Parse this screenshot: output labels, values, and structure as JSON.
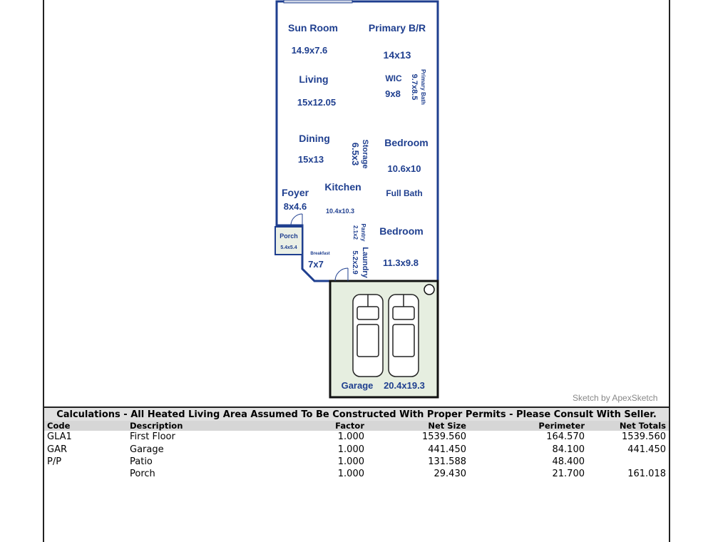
{
  "credit": "Sketch by ApexSketch",
  "rooms": {
    "sun_room": {
      "name": "Sun Room",
      "size": "14.9x7.6"
    },
    "primary_br": {
      "name": "Primary B/R",
      "size": "14x13"
    },
    "living": {
      "name": "Living",
      "size": "15x12.05"
    },
    "wic": {
      "name": "WIC",
      "size": "9x8"
    },
    "primary_bath": {
      "name": "Primary Bath",
      "size": "9.7x8.5"
    },
    "dining": {
      "name": "Dining",
      "size": "15x13"
    },
    "storage": {
      "name": "Storage",
      "size": "6.5x3"
    },
    "bedroom1": {
      "name": "Bedroom",
      "size": "10.6x10"
    },
    "foyer": {
      "name": "Foyer",
      "size": "8x4.6"
    },
    "kitchen": {
      "name": "Kitchen",
      "size": "10.4x10.3"
    },
    "full_bath": {
      "name": "Full Bath"
    },
    "pantry": {
      "name": "Pantry",
      "size": "2.1x2"
    },
    "bedroom2": {
      "name": "Bedroom",
      "size": "11.3x9.8"
    },
    "porch": {
      "name": "Porch",
      "size": "5.4x5.4"
    },
    "breakfast": {
      "name": "Breakfast",
      "size": "7x7"
    },
    "laundry": {
      "name": "Laundry",
      "size": "5.2x2.9"
    },
    "garage": {
      "name": "Garage",
      "size": "20.4x19.3"
    }
  },
  "calc": {
    "title": "Calculations - All Heated Living Area Assumed To Be Constructed With Proper Permits - Please Consult With Seller.",
    "headers": [
      "Code",
      "Description",
      "Factor",
      "Net Size",
      "Perimeter",
      "Net Totals"
    ],
    "rows": [
      [
        "GLA1",
        "First Floor",
        "1.000",
        "1539.560",
        "164.570",
        "1539.560"
      ],
      [
        "GAR",
        "Garage",
        "1.000",
        "441.450",
        "84.100",
        "441.450"
      ],
      [
        "P/P",
        "Patio",
        "1.000",
        "131.588",
        "48.400",
        ""
      ],
      [
        "",
        "Porch",
        "1.000",
        "29.430",
        "21.700",
        "161.018"
      ]
    ]
  }
}
